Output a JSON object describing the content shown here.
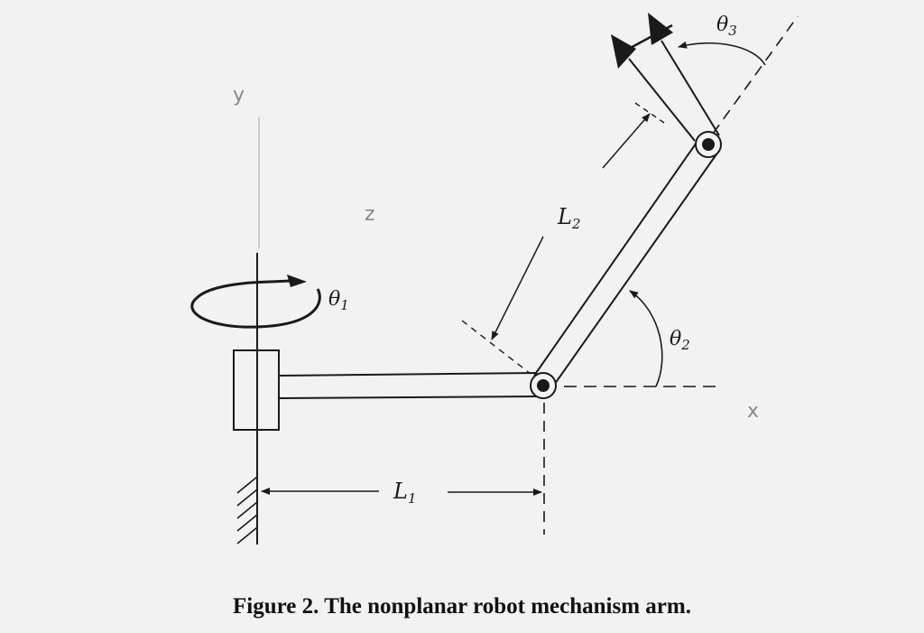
{
  "caption": "Figure 2. The nonplanar robot mechanism arm.",
  "axes": {
    "y": "y",
    "z": "z",
    "x": "x"
  },
  "joints": {
    "theta1": {
      "symbol": "θ",
      "sub": "1"
    },
    "theta2": {
      "symbol": "θ",
      "sub": "2"
    },
    "theta3": {
      "symbol": "θ",
      "sub": "3"
    }
  },
  "links": {
    "L1": {
      "symbol": "L",
      "sub": "1"
    },
    "L2": {
      "symbol": "L",
      "sub": "2"
    }
  },
  "colors": {
    "ink": "#1a1a1a",
    "paper": "#f2f2f2",
    "pencil": "#8a8a8a"
  }
}
